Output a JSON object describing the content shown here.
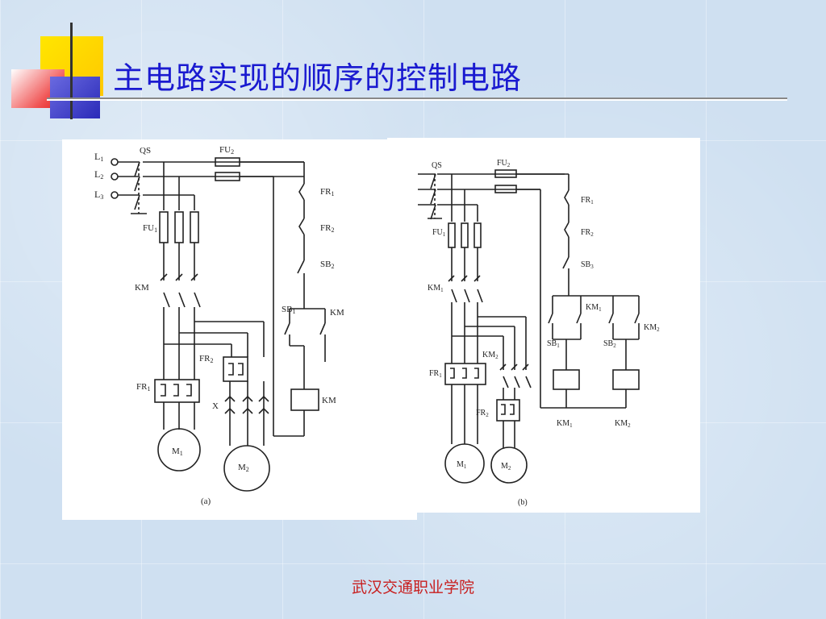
{
  "slide": {
    "title": "主电路实现的顺序的控制电路",
    "footer": "武汉交通职业学院"
  },
  "diagram_a": {
    "caption": "(a)",
    "labels": {
      "l1": "L",
      "l1_sub": "1",
      "l2": "L",
      "l2_sub": "2",
      "l3": "L",
      "l3_sub": "3",
      "qs": "QS",
      "fu2": "FU",
      "fu2_sub": "2",
      "fu1": "FU",
      "fu1_sub": "1",
      "km": "KM",
      "fr1": "FR",
      "fr1_sub": "1",
      "fr2": "FR",
      "fr2_sub": "2",
      "x": "X",
      "m1": "M",
      "m1_sub": "1",
      "m2": "M",
      "m2_sub": "2",
      "fr1_ctrl": "FR",
      "fr1_ctrl_sub": "1",
      "fr2_ctrl": "FR",
      "fr2_ctrl_sub": "2",
      "sb2": "SB",
      "sb2_sub": "2",
      "sb1": "SB",
      "sb1_sub": "1",
      "km_contact": "KM",
      "km_coil": "KM"
    }
  },
  "diagram_b": {
    "caption": "(b)",
    "labels": {
      "qs": "QS",
      "fu2": "FU",
      "fu2_sub": "2",
      "fu1": "FU",
      "fu1_sub": "1",
      "km1": "KM",
      "km1_sub": "1",
      "km2": "KM",
      "km2_sub": "2",
      "fr1": "FR",
      "fr1_sub": "1",
      "fr2": "FR",
      "fr2_sub": "2",
      "m1": "M",
      "m1_sub": "1",
      "m2": "M",
      "m2_sub": "2",
      "fr1_ctrl": "FR",
      "fr1_ctrl_sub": "1",
      "fr2_ctrl": "FR",
      "fr2_ctrl_sub": "2",
      "sb3": "SB",
      "sb3_sub": "3",
      "km1_hold": "KM",
      "km1_hold_sub": "1",
      "sb1": "SB",
      "sb1_sub": "1",
      "sb2": "SB",
      "sb2_sub": "2",
      "km2_hold": "KM",
      "km2_hold_sub": "2",
      "km1_coil": "KM",
      "km1_coil_sub": "1",
      "km2_coil": "KM",
      "km2_coil_sub": "2"
    }
  },
  "colors": {
    "title": "#1a1ad0",
    "footer": "#c81e1e",
    "deco_yellow": "#ffd700",
    "deco_red": "#f04040",
    "deco_blue": "#2a2ab8"
  }
}
